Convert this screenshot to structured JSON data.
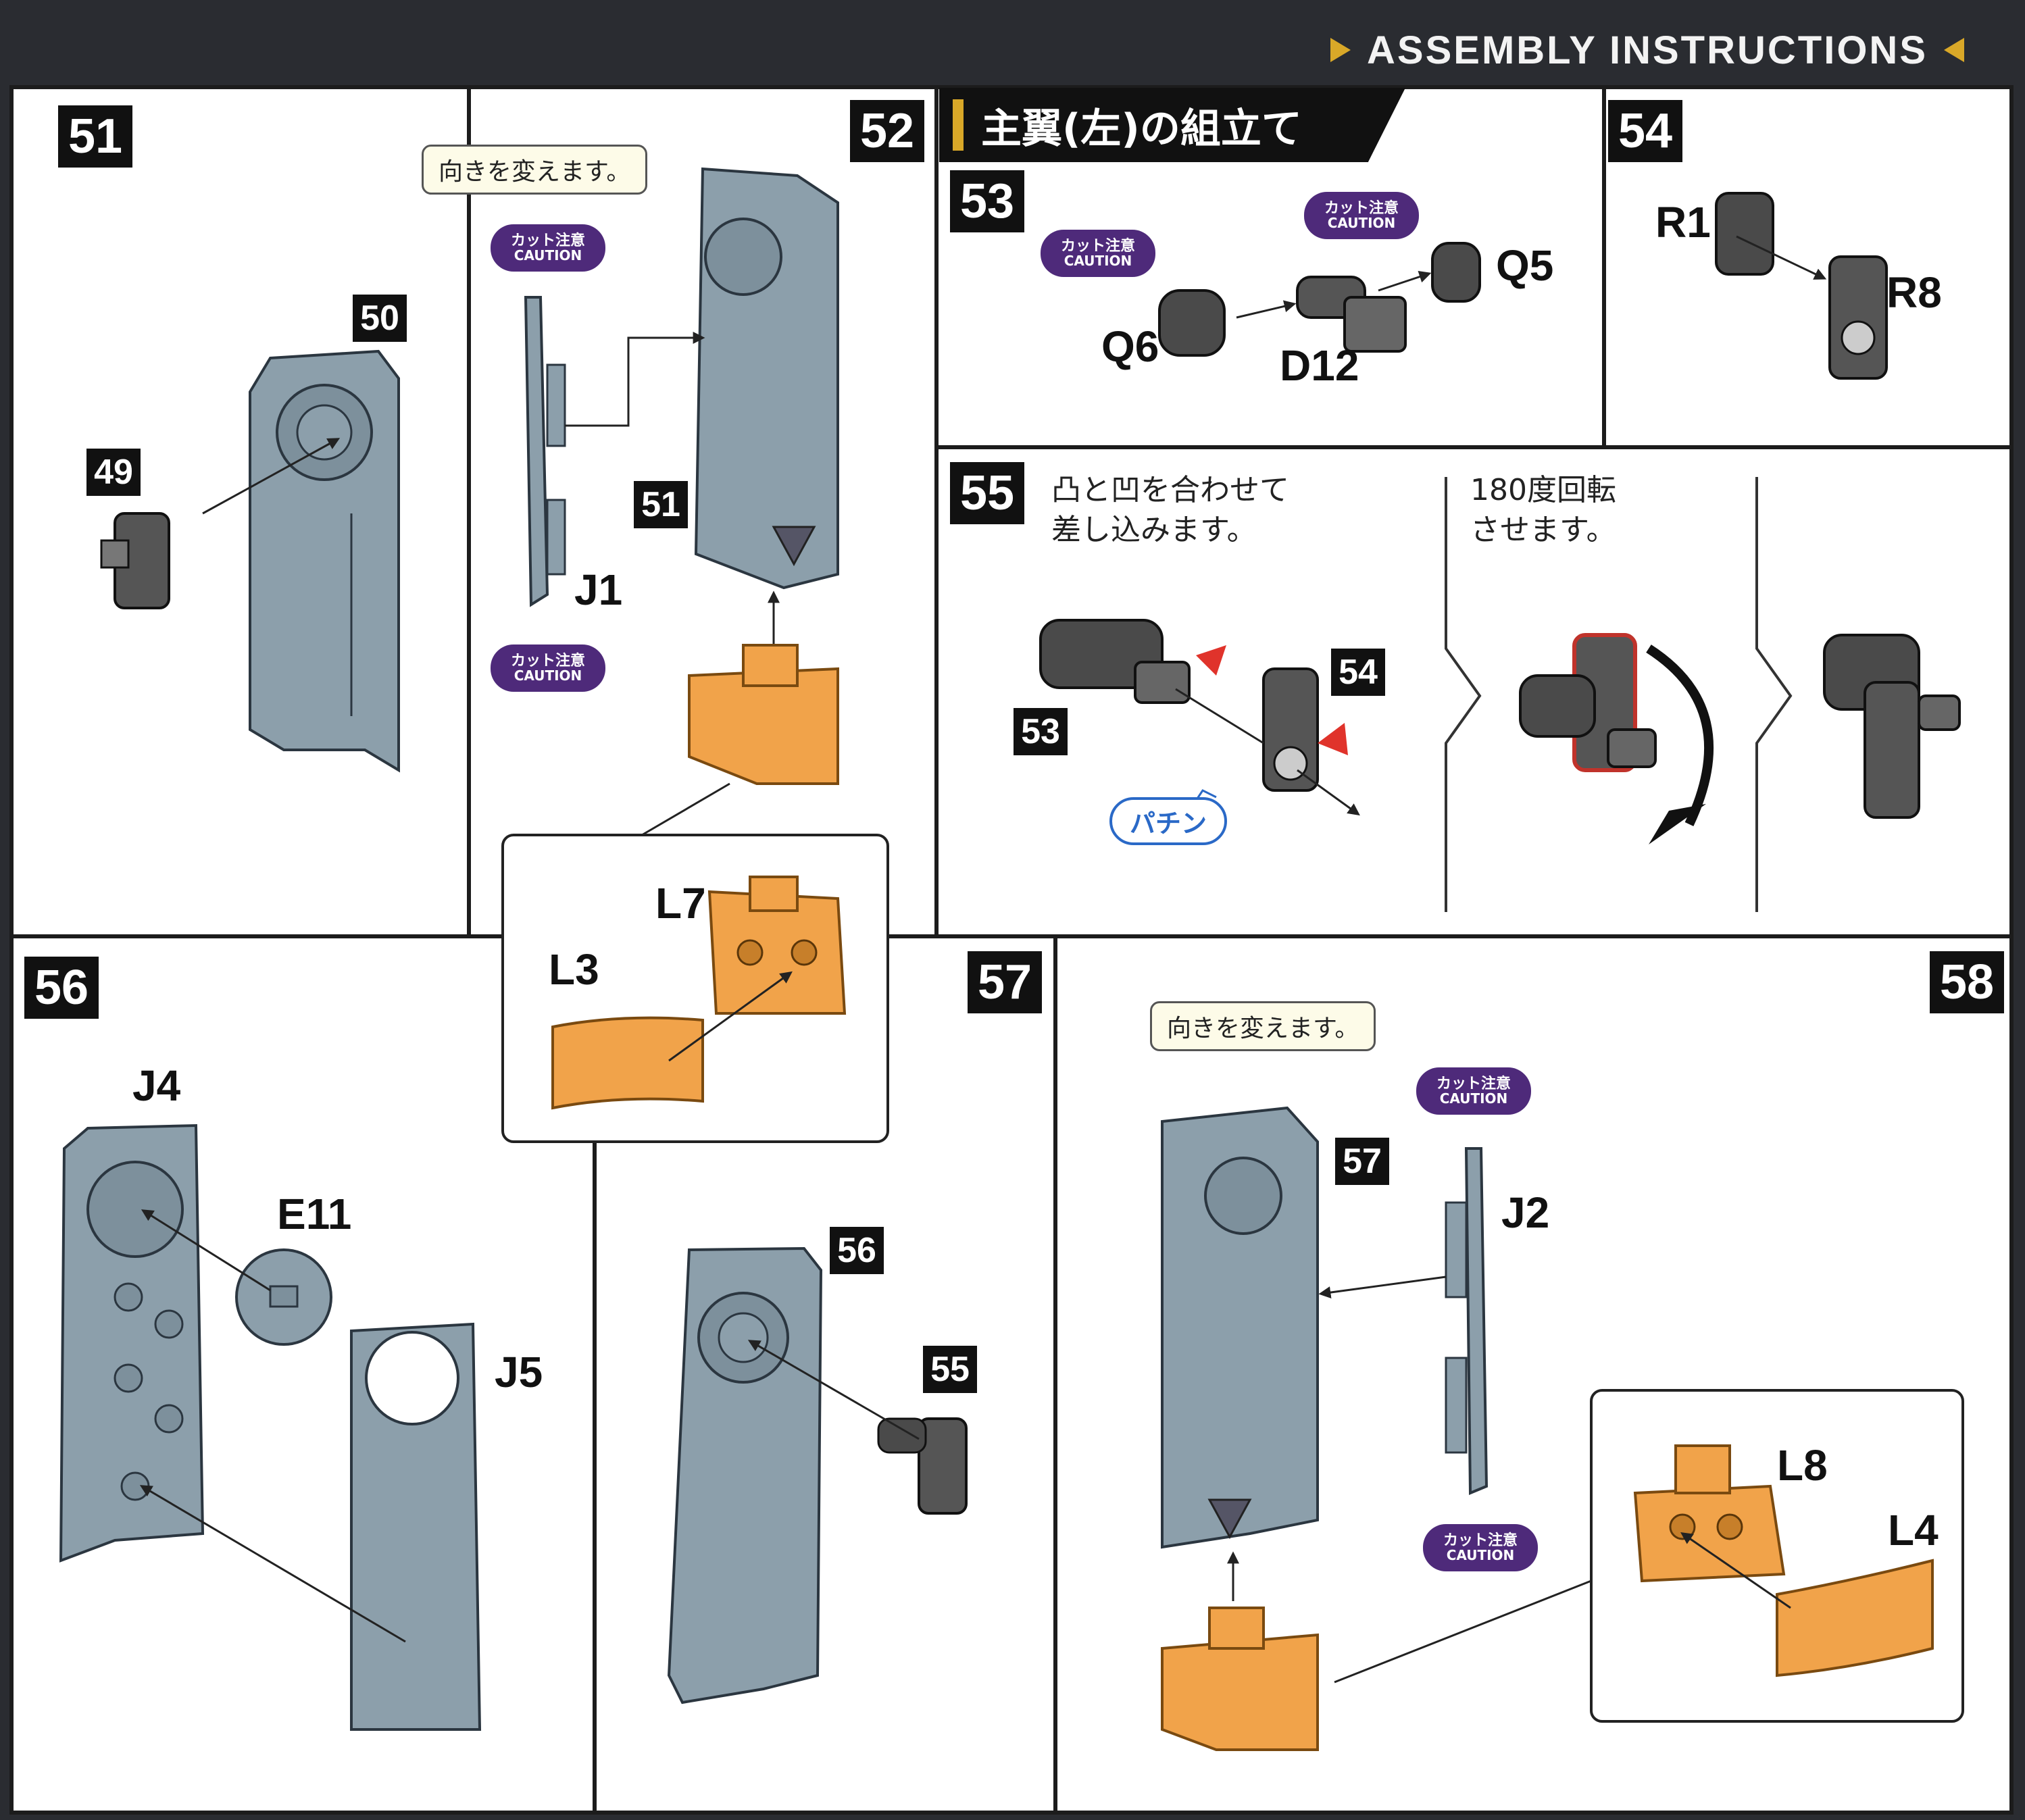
{
  "header": {
    "title": "ASSEMBLY INSTRUCTIONS"
  },
  "section_title": "主翼(左)の組立て",
  "colors": {
    "part_gray": "#8c9fab",
    "part_orange": "#f1a34a",
    "caution": "#4e2a7a",
    "accent": "#d9a828",
    "pachin": "#2a69c7",
    "arrow_red": "#e0332b"
  },
  "caution": {
    "jp": "カット注意",
    "en": "CAUTION"
  },
  "bubbles": {
    "turn": "向きを変えます。"
  },
  "steps": {
    "s51": {
      "num": "51",
      "tags": [
        "50",
        "49"
      ]
    },
    "s52": {
      "num": "52",
      "tag_ref": "51",
      "parts": [
        "J1",
        "L7",
        "L3"
      ]
    },
    "s53": {
      "num": "53",
      "parts": [
        "Q6",
        "D12",
        "Q5"
      ]
    },
    "s54": {
      "num": "54",
      "parts": [
        "R1",
        "R8"
      ]
    },
    "s55": {
      "num": "55",
      "tags": [
        "54",
        "53"
      ],
      "note1": "凸と凹を合わせて\n差し込みます。",
      "note2": "180度回転\nさせます。",
      "sound": "パチン"
    },
    "s56": {
      "num": "56",
      "parts": [
        "J4",
        "E11",
        "J5"
      ]
    },
    "s57": {
      "num": "57",
      "tags": [
        "56",
        "55"
      ]
    },
    "s58": {
      "num": "58",
      "tag_ref": "57",
      "parts": [
        "J2",
        "L8",
        "L4"
      ]
    }
  }
}
